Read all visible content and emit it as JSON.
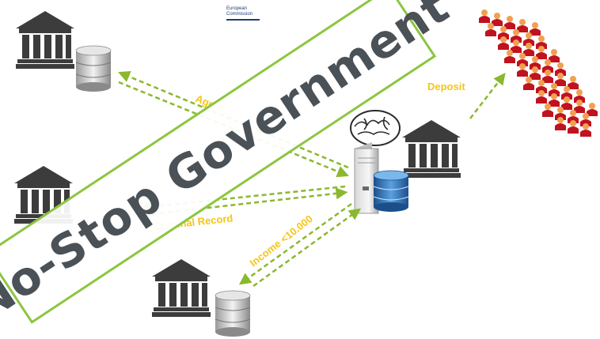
{
  "header": {
    "logo_line1": "European",
    "logo_line2": "Commission"
  },
  "banner": {
    "text": "No-Stop Government",
    "border_color": "#8cc63f"
  },
  "flows": {
    "age_label": "Age > ...",
    "criminal_label": "0 Criminal Record",
    "income_label": "Income <10.000",
    "deposit_label": "Deposit"
  },
  "colors": {
    "label": "#f5c518",
    "arrow": "#8ab82e",
    "building": "#3c3c3c",
    "person_body": "#c1121f",
    "person_head": "#f0a050"
  },
  "icons": {
    "government_building": "bank-building-icon",
    "database": "database-icon",
    "server": "server-icon",
    "brain": "brain-icon",
    "people": "crowd-icon"
  }
}
